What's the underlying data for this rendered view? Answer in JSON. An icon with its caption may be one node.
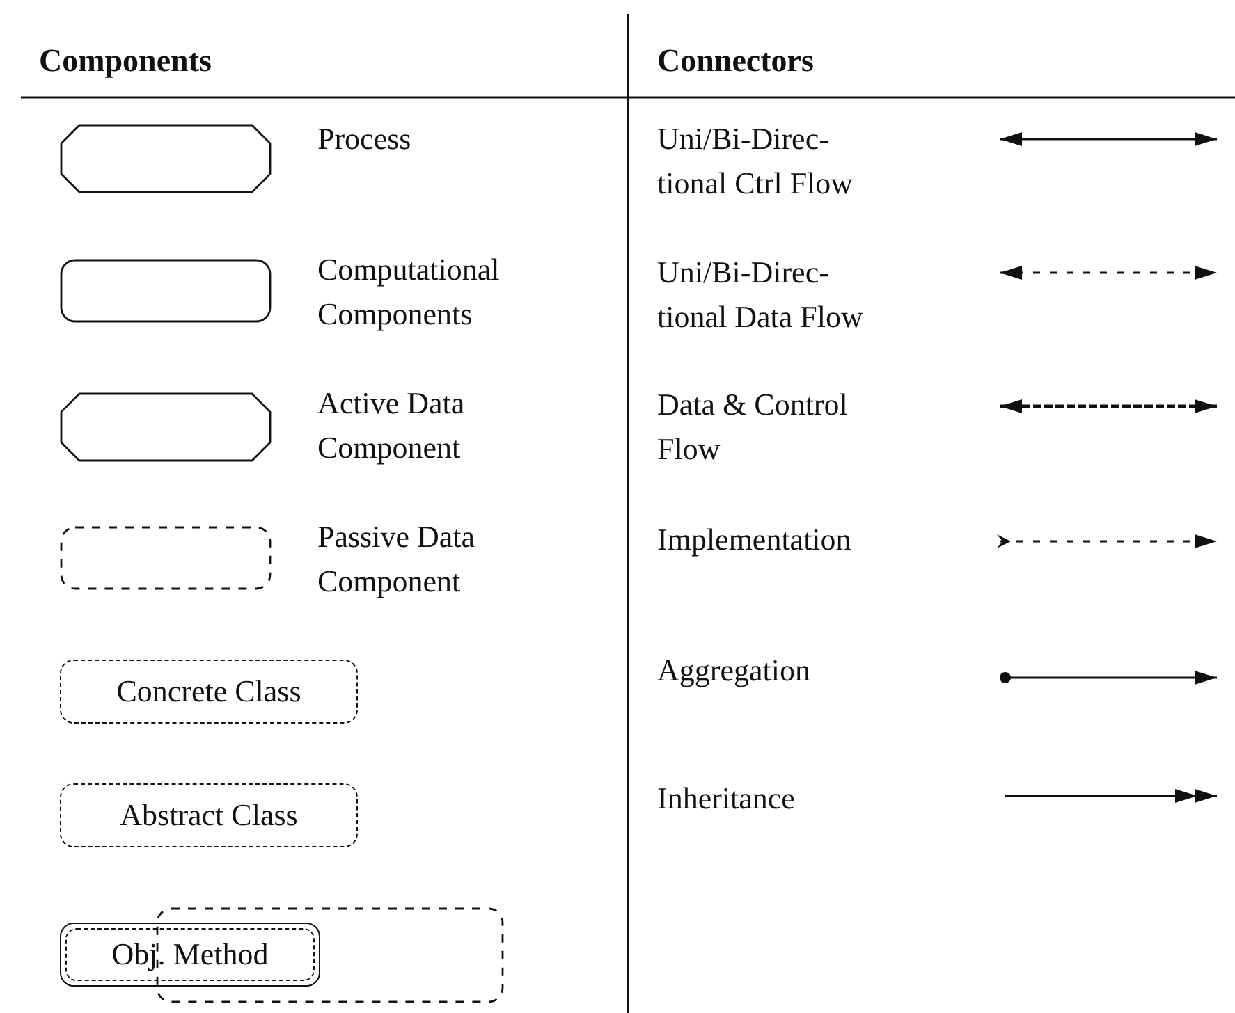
{
  "diagram": {
    "nodes": [
      {
        "text": [],
        "shape": "octagon",
        "beside": [
          "Process"
        ]
      },
      {
        "text": [],
        "shape": "box",
        "beside": [
          "Computational Components"
        ]
      },
      {
        "text": [],
        "shape": "octagon",
        "beside": [
          "Active Data Component"
        ]
      },
      {
        "text": [],
        "shape": "box",
        "beside": [
          "Passive Data Component"
        ]
      },
      {
        "text": [
          "Concrete Class"
        ]
      },
      {
        "text": [
          "Abstract Class"
        ]
      },
      {
        "text": [
          "Obj. Method"
        ]
      },
      {
        "text": [],
        "shape": "box"
      }
    ],
    "edges": [],
    "labels": [
      "Components",
      "Connectors"
    ],
    "legend": [
      {
        "text": "Uni/Bi-Direc- tional Ctrl Flow"
      },
      {
        "text": "Uni/Bi-Direc- tional Data Flow"
      },
      {
        "text": "Data & Control Flow"
      },
      {
        "text": "Implementation"
      },
      {
        "text": "Aggregation"
      },
      {
        "text": "Inheritance"
      }
    ]
  }
}
